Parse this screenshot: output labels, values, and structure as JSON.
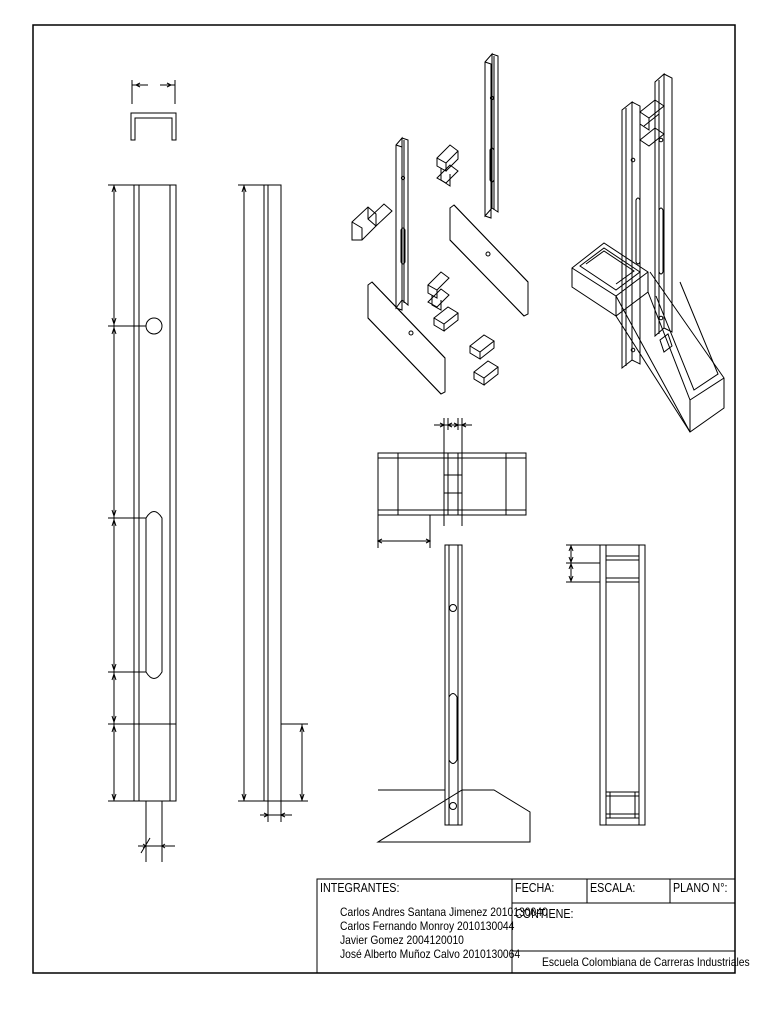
{
  "title_block": {
    "integrantes_label": "INTEGRANTES:",
    "members": [
      "Carlos Andres Santana Jimenez 2010130040",
      "Carlos Fernando Monroy  2010130044",
      "Javier Gomez  2004120010",
      "José Alberto Muñoz Calvo 2010130064"
    ],
    "fecha_label": "FECHA:",
    "escala_label": "ESCALA:",
    "plano_label": "PLANO N°:",
    "contiene_label": "CONTIENE:",
    "institution": "Escuela Colombiana de Carreras Industriales"
  }
}
